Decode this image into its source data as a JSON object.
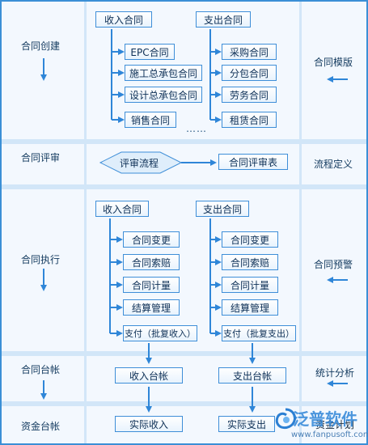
{
  "rows": {
    "create": {
      "left": "合同创建",
      "right": "合同模版"
    },
    "review": {
      "left": "合同评审",
      "right": "流程定义"
    },
    "execute": {
      "left": "合同执行",
      "right": "合同预警"
    },
    "ledger": {
      "left": "合同台帐",
      "right": "统计分析"
    },
    "funds": {
      "left": "资金台帐",
      "right": "资金计划"
    }
  },
  "create": {
    "income_header": "收入合同",
    "expense_header": "支出合同",
    "income_items": [
      "EPC合同",
      "施工总承包合同",
      "设计总承包合同",
      "销售合同"
    ],
    "expense_items": [
      "采购合同",
      "分包合同",
      "劳务合同",
      "租赁合同"
    ],
    "ellipsis": "……"
  },
  "review": {
    "process": "评审流程",
    "form": "合同评审表"
  },
  "execute": {
    "income_header": "收入合同",
    "expense_header": "支出合同",
    "income_items": [
      "合同变更",
      "合同索赔",
      "合同计量",
      "结算管理",
      "支付（批复收入）"
    ],
    "expense_items": [
      "合同变更",
      "合同索赔",
      "合同计量",
      "结算管理",
      "支付（批复支出）"
    ]
  },
  "ledger": {
    "income": "收入台帐",
    "expense": "支出台帐"
  },
  "funds": {
    "income": "实际收入",
    "expense": "实际支出"
  },
  "watermark": {
    "brand": "泛普软件",
    "url": "www.fanpusoft.com"
  },
  "colors": {
    "accent": "#3e8ed8",
    "arrow": "#2f86d8",
    "text": "#133a5e"
  }
}
